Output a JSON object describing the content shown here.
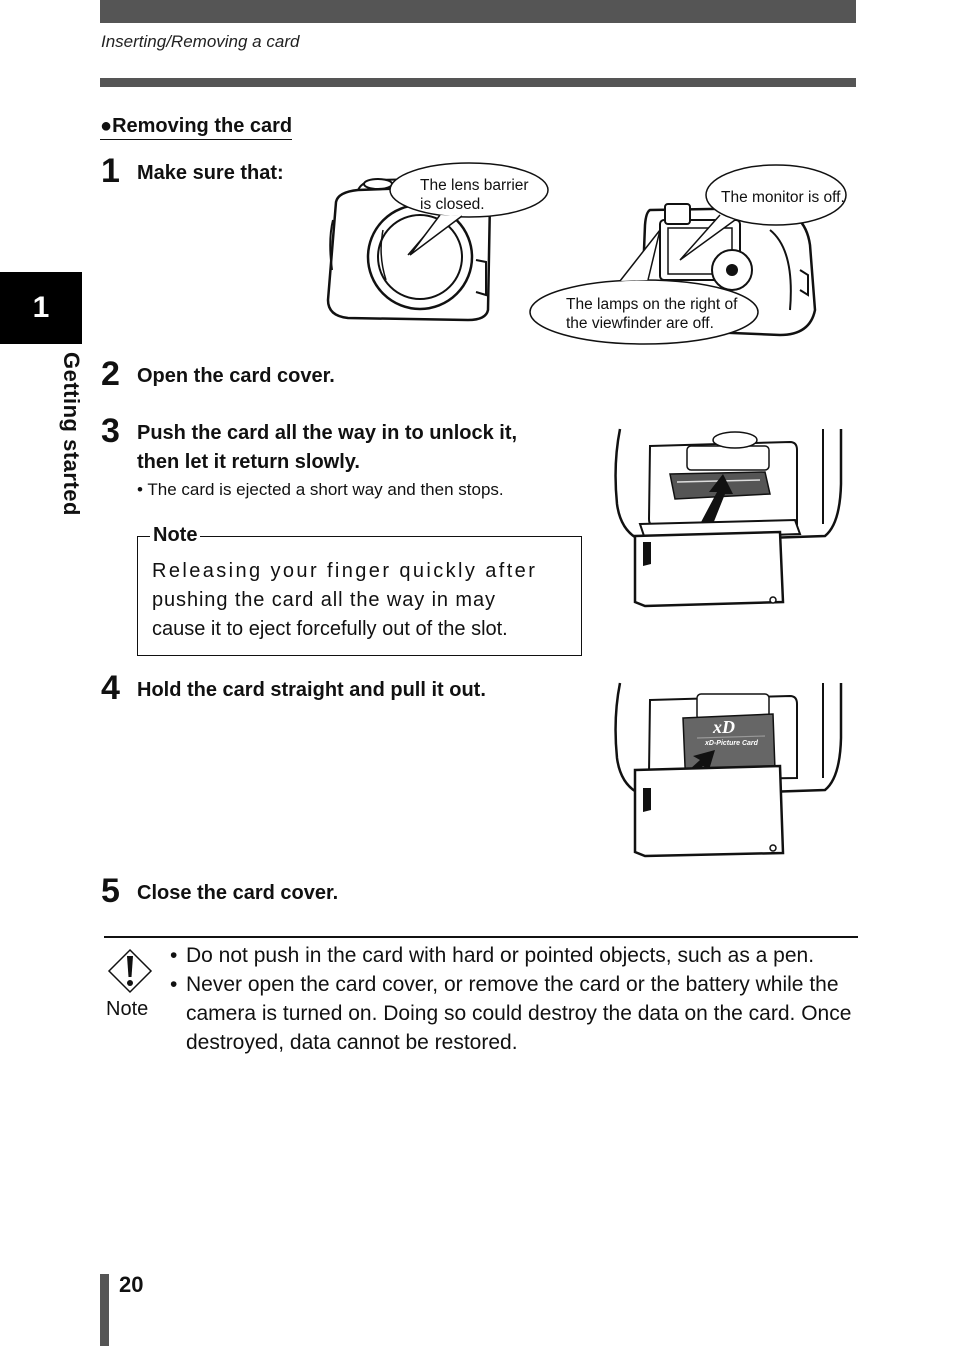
{
  "header": {
    "title": "Inserting/Removing a card"
  },
  "side_tab": {
    "number": "1",
    "label": "Getting started"
  },
  "section": {
    "title": "●Removing the card"
  },
  "steps": [
    {
      "num": "1",
      "text": "Make sure that:"
    },
    {
      "num": "2",
      "text": "Open the card cover."
    },
    {
      "num": "3",
      "text_line1": "Push the card all the way in to unlock it,",
      "text_line2": "then let it return slowly.",
      "bullet": "•  The card is ejected a short way and then stops."
    },
    {
      "num": "4",
      "text": "Hold the card straight and pull it out."
    },
    {
      "num": "5",
      "text": "Close the card cover."
    }
  ],
  "callouts": {
    "lens_line1": "The lens barrier",
    "lens_line2": "is closed.",
    "monitor": "The monitor is off.",
    "lamps_line1": "The lamps on the right of",
    "lamps_line2": "the viewfinder are off."
  },
  "note_box": {
    "label": "Note",
    "line1": "Releasing your finger quickly after",
    "line2": "pushing the card all the way in may",
    "line3": "cause it to eject forcefully out of the slot."
  },
  "bottom_note": {
    "label": "Note",
    "items": [
      "Do not push in the card with hard or pointed objects, such as a pen.",
      "Never open the card cover, or remove the card or the battery while the camera is turned on. Doing so could destroy the data on the card. Once destroyed, data cannot be restored."
    ]
  },
  "card_logo": {
    "brand": "xD",
    "name": "xD-Picture Card"
  },
  "page_number": "20"
}
